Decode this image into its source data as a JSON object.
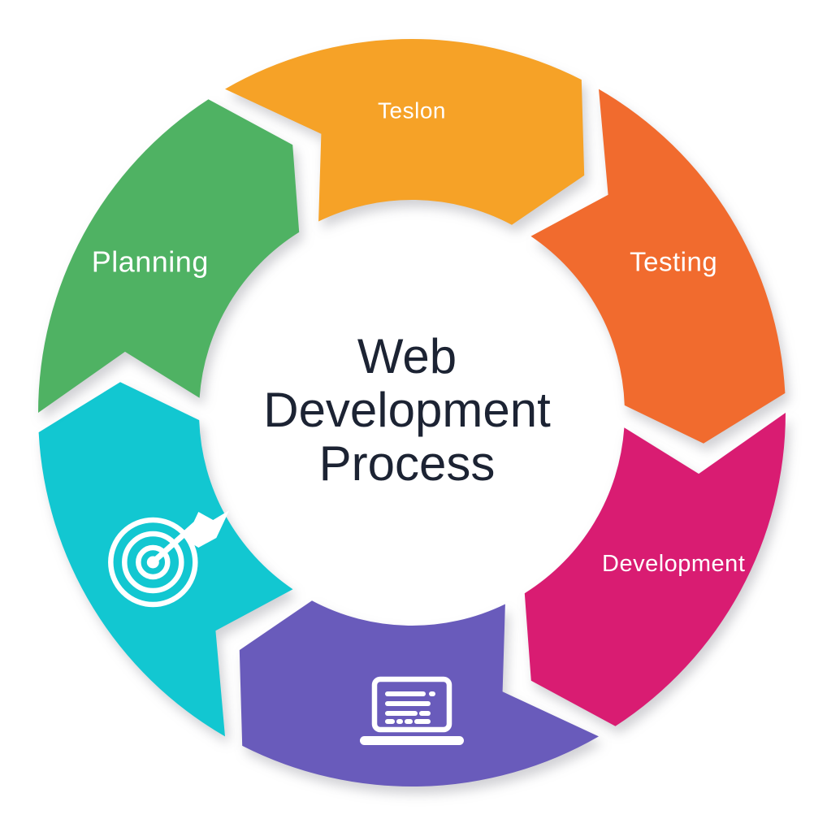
{
  "diagram": {
    "title": "Web Development Process",
    "center_title": {
      "lines": [
        "Web",
        "Development",
        "Process"
      ],
      "color": "#1c2333"
    },
    "label_text_color": "#ffffff",
    "background_color": "#ffffff",
    "flow_direction": "clockwise",
    "segments": [
      {
        "id": "design",
        "label": "Teslon",
        "color": "#F6A227",
        "center_angle": 0,
        "icon": null
      },
      {
        "id": "testing",
        "label": "Testing",
        "color": "#F16B2E",
        "center_angle": 60,
        "icon": null
      },
      {
        "id": "development",
        "label": "Development",
        "color": "#D91C72",
        "center_angle": 120,
        "icon": null
      },
      {
        "id": "build",
        "label": "",
        "color": "#695BBB",
        "center_angle": 180,
        "icon": "laptop-code-icon"
      },
      {
        "id": "target",
        "label": "",
        "color": "#12C7D1",
        "center_angle": 240,
        "icon": "target-arrow-icon"
      },
      {
        "id": "planning",
        "label": "Planning",
        "color": "#4FB263",
        "center_angle": 300,
        "icon": null
      }
    ]
  }
}
